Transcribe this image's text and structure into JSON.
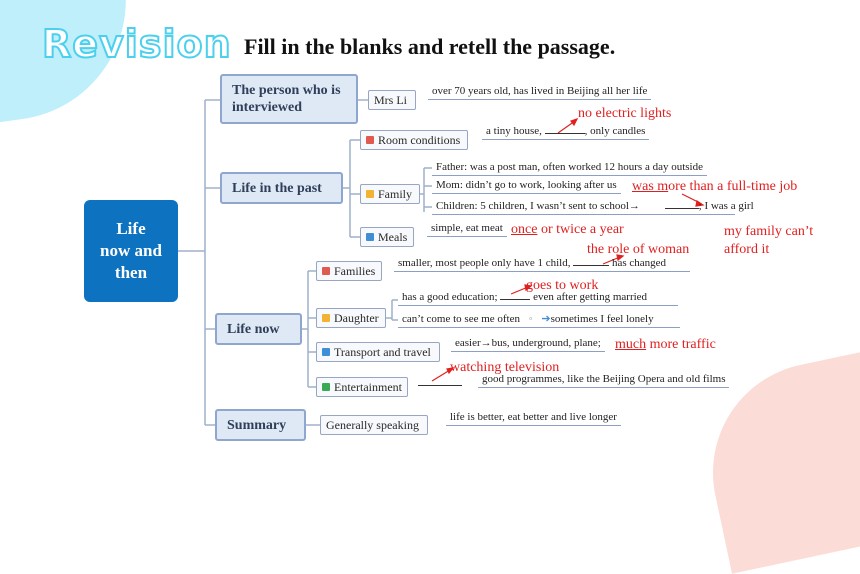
{
  "title": "Revision",
  "heading": "Fill in the blanks and retell the passage.",
  "root": [
    "Life",
    "now and",
    "then"
  ],
  "branches": {
    "person": "The person who is interviewed",
    "past": "Life in the past",
    "now": "Life now",
    "summary": "Summary"
  },
  "subs": {
    "mrs_li": "Mrs Li",
    "room": "Room conditions",
    "family": "Family",
    "meals": "Meals",
    "families": "Families",
    "daughter": "Daughter",
    "transport": "Transport and travel",
    "entertainment": "Entertainment",
    "generally": "Generally speaking"
  },
  "leaves": {
    "mrs_li": "over 70 years old, has lived in Beijing all her life",
    "room_a": "a tiny house,",
    "room_b": ", only candles",
    "father": "Father: was a post man, often worked 12 hours a day outside",
    "mom": "Mom: didn’t go to work, looking after us",
    "children": "Children: 5 children, I wasn’t sent to school→",
    "children_b": "; I was a girl",
    "meals": "simple, eat meat",
    "families_a": "smaller, most people only have 1 child,",
    "families_b": "has changed",
    "daughter_a": "has a good education;",
    "daughter_b": "even after getting married",
    "daughter_c": "can’t come to see me often",
    "daughter_d": "sometimes I feel lonely",
    "transport": "easier→bus, underground, plane;",
    "entertainment": "good programmes, like the Beijing Opera and old films",
    "summary": "life is better, eat better and live longer"
  },
  "answers": {
    "electric": "no electric lights",
    "fulltime_a": "was m",
    "fulltime_b": "ore than a full-time job",
    "afford_1": "my family can’t",
    "afford_2": "afford it",
    "once": "once",
    "twice": " or twice a year",
    "woman": "the role of woman",
    "work": "goes to work",
    "much": "much",
    "traffic": " more traffic",
    "tv": "watching television"
  },
  "colors": {
    "root": "#0d72bf",
    "answer": "#e02020",
    "tag_red": "#e05a4f",
    "tag_yellow": "#f2b233",
    "tag_blue": "#3f8fd6",
    "tag_green": "#3aab55"
  }
}
